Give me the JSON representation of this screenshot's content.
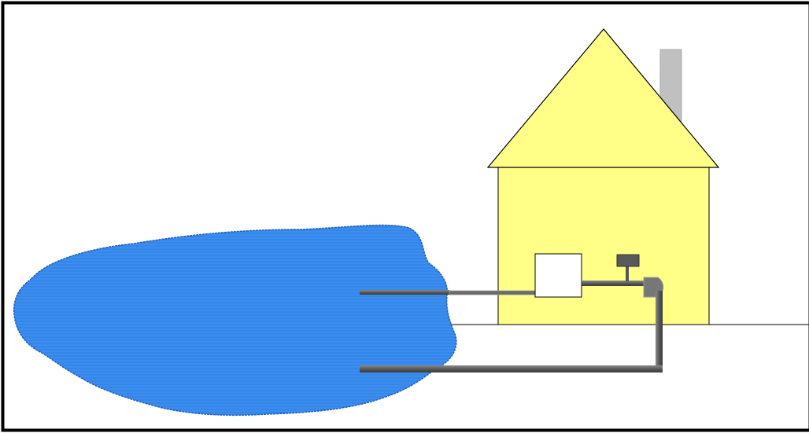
{
  "diagram": {
    "colors": {
      "frame": "#000000",
      "background": "#ffffff",
      "pond_fill": "#3b8ef0",
      "pond_stroke": "#1f5fb8",
      "house_fill": "#ffff88",
      "roof_fill": "#ffff88",
      "outline": "#000000",
      "chimney": "#c0c0c0",
      "pipe": "#666666",
      "pipe_dark": "#4a4a4a",
      "box_fill": "#ffffff",
      "ground_line": "#000000"
    },
    "elements": [
      "pond",
      "house",
      "roof",
      "chimney",
      "heat-pump-box",
      "control-valve",
      "supply-pipe",
      "return-pipe",
      "ground-line"
    ]
  }
}
